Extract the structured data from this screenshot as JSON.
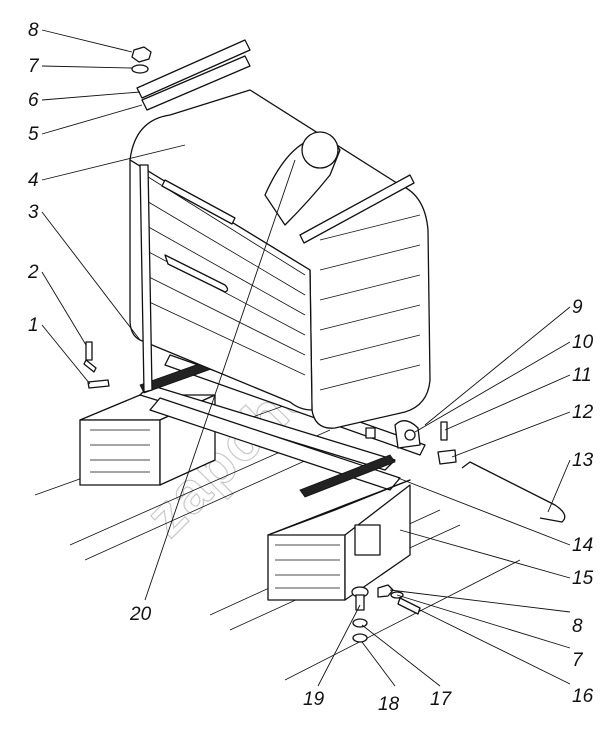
{
  "callouts": [
    {
      "id": "c8a",
      "label": "8"
    },
    {
      "id": "c7a",
      "label": "7"
    },
    {
      "id": "c6",
      "label": "6"
    },
    {
      "id": "c5",
      "label": "5"
    },
    {
      "id": "c4",
      "label": "4"
    },
    {
      "id": "c3",
      "label": "3"
    },
    {
      "id": "c2",
      "label": "2"
    },
    {
      "id": "c1",
      "label": "1"
    },
    {
      "id": "c9",
      "label": "9"
    },
    {
      "id": "c10",
      "label": "10"
    },
    {
      "id": "c11",
      "label": "11"
    },
    {
      "id": "c12",
      "label": "12"
    },
    {
      "id": "c13",
      "label": "13"
    },
    {
      "id": "c14",
      "label": "14"
    },
    {
      "id": "c15",
      "label": "15"
    },
    {
      "id": "c8b",
      "label": "8"
    },
    {
      "id": "c7b",
      "label": "7"
    },
    {
      "id": "c16",
      "label": "16"
    },
    {
      "id": "c17",
      "label": "17"
    },
    {
      "id": "c18",
      "label": "18"
    },
    {
      "id": "c19",
      "label": "19"
    },
    {
      "id": "c20",
      "label": "20"
    }
  ],
  "watermark": "zapchasti.ru"
}
